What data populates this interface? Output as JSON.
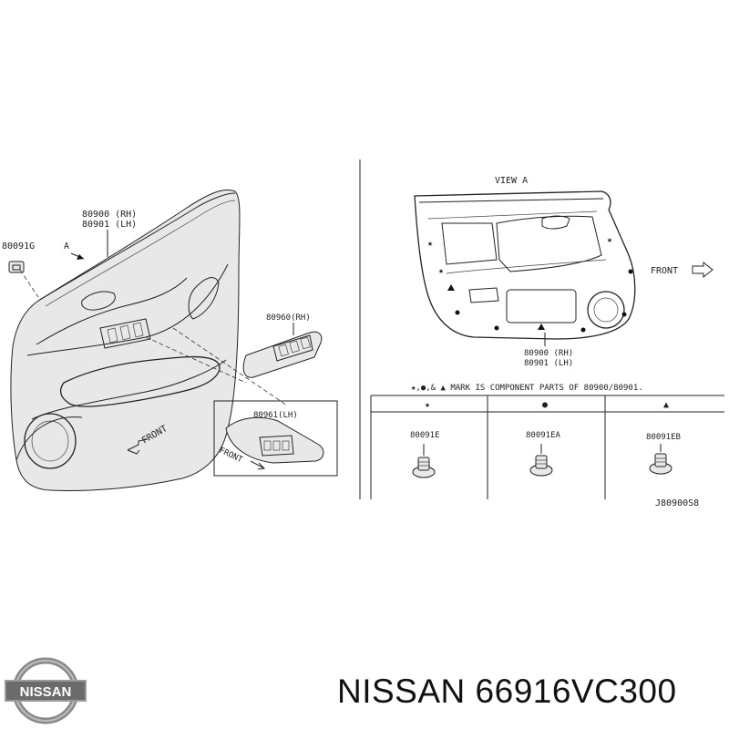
{
  "diagram": {
    "left_panel": {
      "callout_door_trim": [
        "80900 (RH)",
        "80901 (LH)"
      ],
      "callout_clip": "80091G",
      "view_arrow_label": "A",
      "callout_switch_rh": "80960(RH)",
      "callout_switch_lh": "80961(LH)",
      "front_label_main": "FRONT",
      "front_label_inset": "FRONT"
    },
    "right_panel": {
      "view_title": "VIEW A",
      "front_label": "FRONT",
      "callout_door_trim": [
        "80900 (RH)",
        "80901 (LH)"
      ],
      "mark_note": "★,●,& ▲ MARK IS COMPONENT PARTS OF 80900/80901.",
      "mark_columns": [
        {
          "symbol": "★",
          "part_number": "80091E"
        },
        {
          "symbol": "●",
          "part_number": "80091EA"
        },
        {
          "symbol": "▲",
          "part_number": "80091EB"
        }
      ],
      "drawing_code": "J80900S8"
    }
  },
  "brand": {
    "logo_text": "NISSAN",
    "part_caption": "NISSAN 66916VC300"
  }
}
